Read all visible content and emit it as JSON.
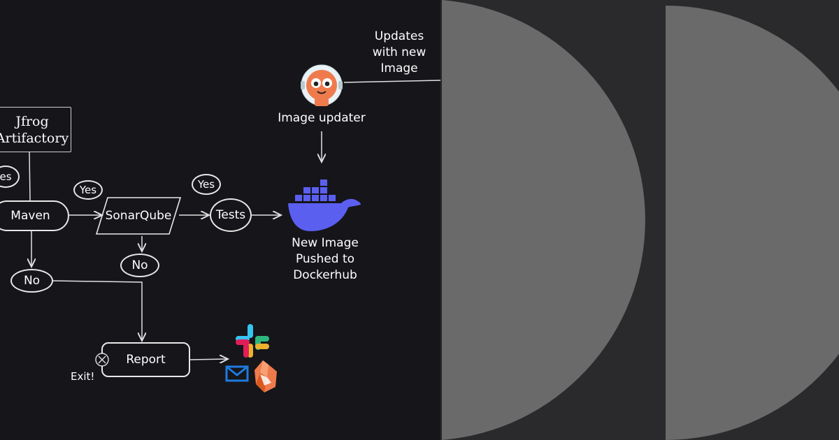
{
  "diagram": {
    "nodes": {
      "artifactory_line1": "Jfrog",
      "artifactory_line2": "Artifactory",
      "maven": "Maven",
      "sonarqube": "SonarQube",
      "tests": "Tests",
      "report": "Report",
      "image_updater": "Image updater",
      "docker_line1": "New Image",
      "docker_line2": "Pushed to",
      "docker_line3": "Dockerhub",
      "updates_line1": "Updates",
      "updates_line2": "with new",
      "updates_line3": "Image",
      "exit": "Exit!"
    },
    "decisions": {
      "yes_left": "es",
      "yes_maven_sonar": "Yes",
      "yes_sonar_tests": "Yes",
      "no_maven": "No",
      "no_sonar": "No"
    },
    "icons": [
      "argo-mascot-icon",
      "docker-whale-icon",
      "slack-icon",
      "email-icon",
      "gitlab-icon",
      "exit-x-icon"
    ],
    "colors": {
      "background": "#16151a",
      "docker_blue": "#5b5ff0",
      "argo_orange": "#ef7b4d",
      "email_blue": "#1e7be0",
      "panel_fill": "#6a6a6a",
      "panel_bg": "#2a2a2c"
    }
  }
}
